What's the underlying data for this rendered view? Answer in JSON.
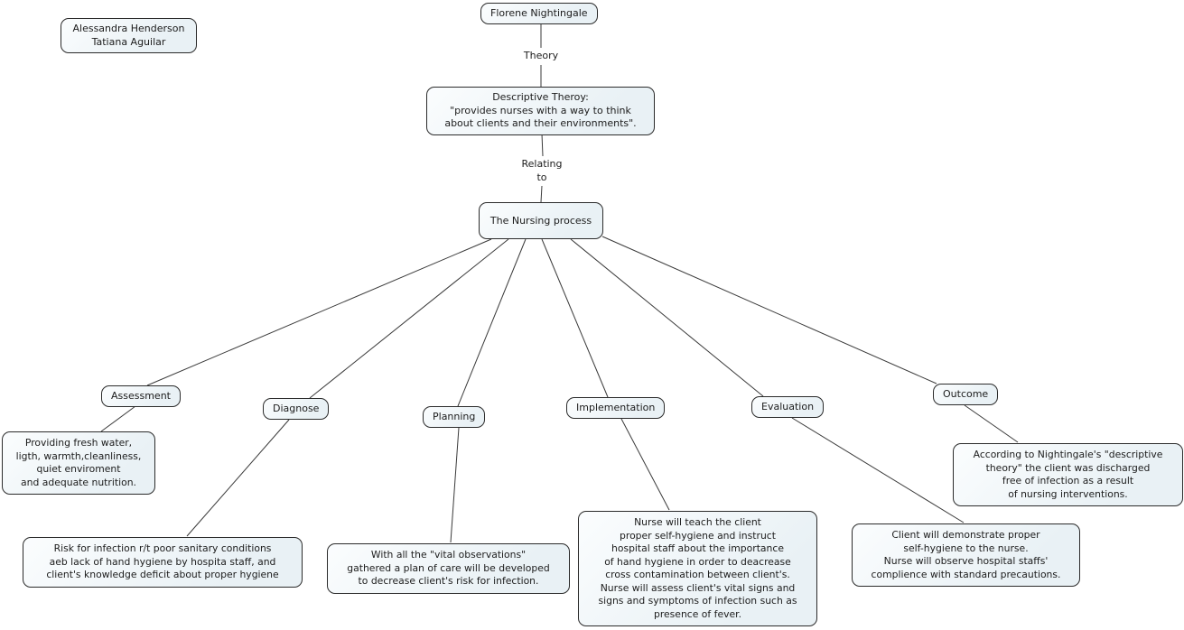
{
  "diagram": {
    "authors_note": "Alessandra Henderson\nTatiana Aguilar",
    "root_concept": "Florene Nightingale",
    "link_theory": "Theory",
    "theory_concept": "Descriptive Theroy:\n\"provides nurses with a way to think\nabout clients and their environments\".",
    "link_relating": "Relating\nto",
    "process_concept": "The Nursing process",
    "branches": {
      "assessment": {
        "label": "Assessment",
        "detail": "Providing fresh water,\nligth, warmth,cleanliness,\nquiet enviroment\nand adequate nutrition."
      },
      "diagnose": {
        "label": "Diagnose",
        "detail": "Risk for infection r/t poor sanitary conditions\naeb lack of hand hygiene by hospita staff, and\nclient's knowledge deficit about proper hygiene"
      },
      "planning": {
        "label": "Planning",
        "detail": "With all the \"vital observations\"\ngathered a plan of care will be developed\nto decrease client's risk for infection."
      },
      "implementation": {
        "label": "Implementation",
        "detail": "Nurse will teach the client\nproper self-hygiene and instruct\nhospital staff about the importance\nof hand hygiene in order to deacrease\ncross contamination between client's.\nNurse will assess client's vital signs and\nsigns and symptoms of infection such as\npresence of fever."
      },
      "evaluation": {
        "label": "Evaluation",
        "detail": "Client will demonstrate proper\nself-hygiene to the nurse.\nNurse will observe hospital staffs'\ncomplience with standard precautions."
      },
      "outcome": {
        "label": "Outcome",
        "detail": "According to Nightingale's \"descriptive\ntheory\" the client was discharged\nfree of infection as a result\nof nursing interventions."
      }
    },
    "colors": {
      "node_fill": "#e9f1f5",
      "node_fill_light": "#fbfdfe",
      "node_border": "#2b2b2b",
      "connector": "#3a3a3a"
    }
  }
}
